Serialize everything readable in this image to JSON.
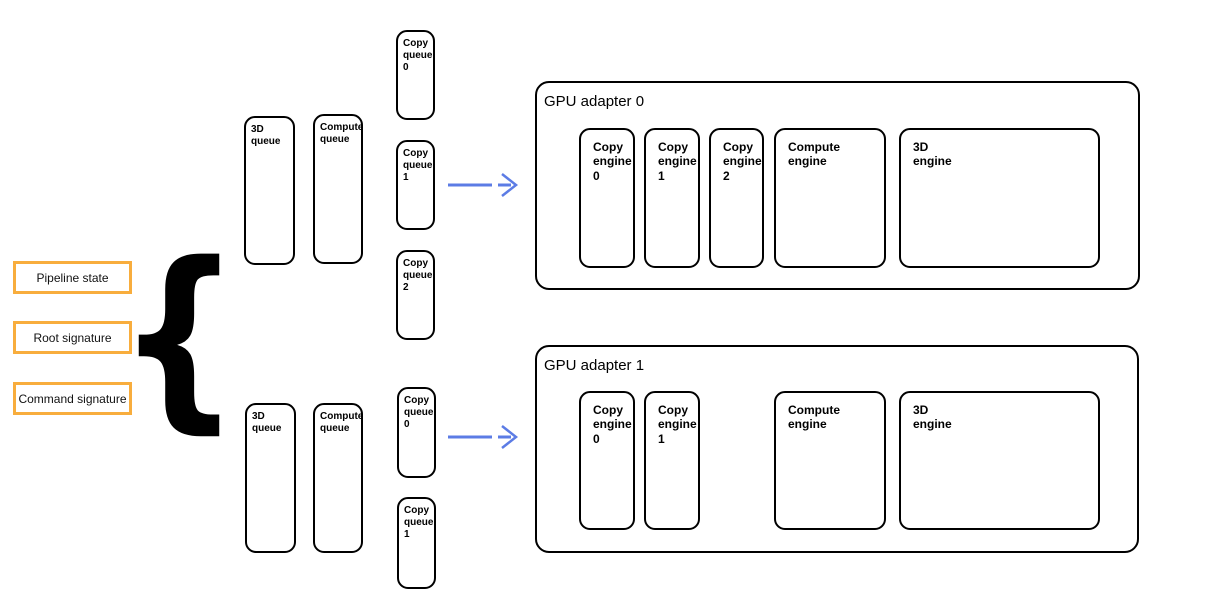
{
  "diagram": {
    "command_objects": [
      {
        "label": "Pipeline state"
      },
      {
        "label": "Root signature"
      },
      {
        "label": "Command signature"
      }
    ],
    "brace_glyph": "{",
    "queue_groups": [
      {
        "queues": [
          {
            "label": "3D\nqueue"
          },
          {
            "label": "Compute\nqueue"
          },
          {
            "label": "Copy\nqueue\n0"
          },
          {
            "label": "Copy\nqueue\n1"
          },
          {
            "label": "Copy\nqueue\n2"
          }
        ]
      },
      {
        "queues": [
          {
            "label": "3D\nqueue"
          },
          {
            "label": "Compute\nqueue"
          },
          {
            "label": "Copy\nqueue\n0"
          },
          {
            "label": "Copy\nqueue\n1"
          }
        ]
      }
    ],
    "adapters": [
      {
        "title": "GPU adapter 0",
        "engines": [
          {
            "label": "Copy\nengine\n0"
          },
          {
            "label": "Copy\nengine\n1"
          },
          {
            "label": "Copy\nengine\n2"
          },
          {
            "label": "Compute\nengine"
          },
          {
            "label": "3D\nengine"
          }
        ]
      },
      {
        "title": "GPU adapter 1",
        "engines": [
          {
            "label": "Copy\nengine\n0"
          },
          {
            "label": "Copy\nengine\n1"
          },
          {
            "label": "Compute\nengine"
          },
          {
            "label": "3D\nengine"
          }
        ]
      }
    ],
    "colors": {
      "highlight_border": "#F8AD3D",
      "arrow": "#5C7CE5",
      "box_border": "#000000"
    }
  }
}
